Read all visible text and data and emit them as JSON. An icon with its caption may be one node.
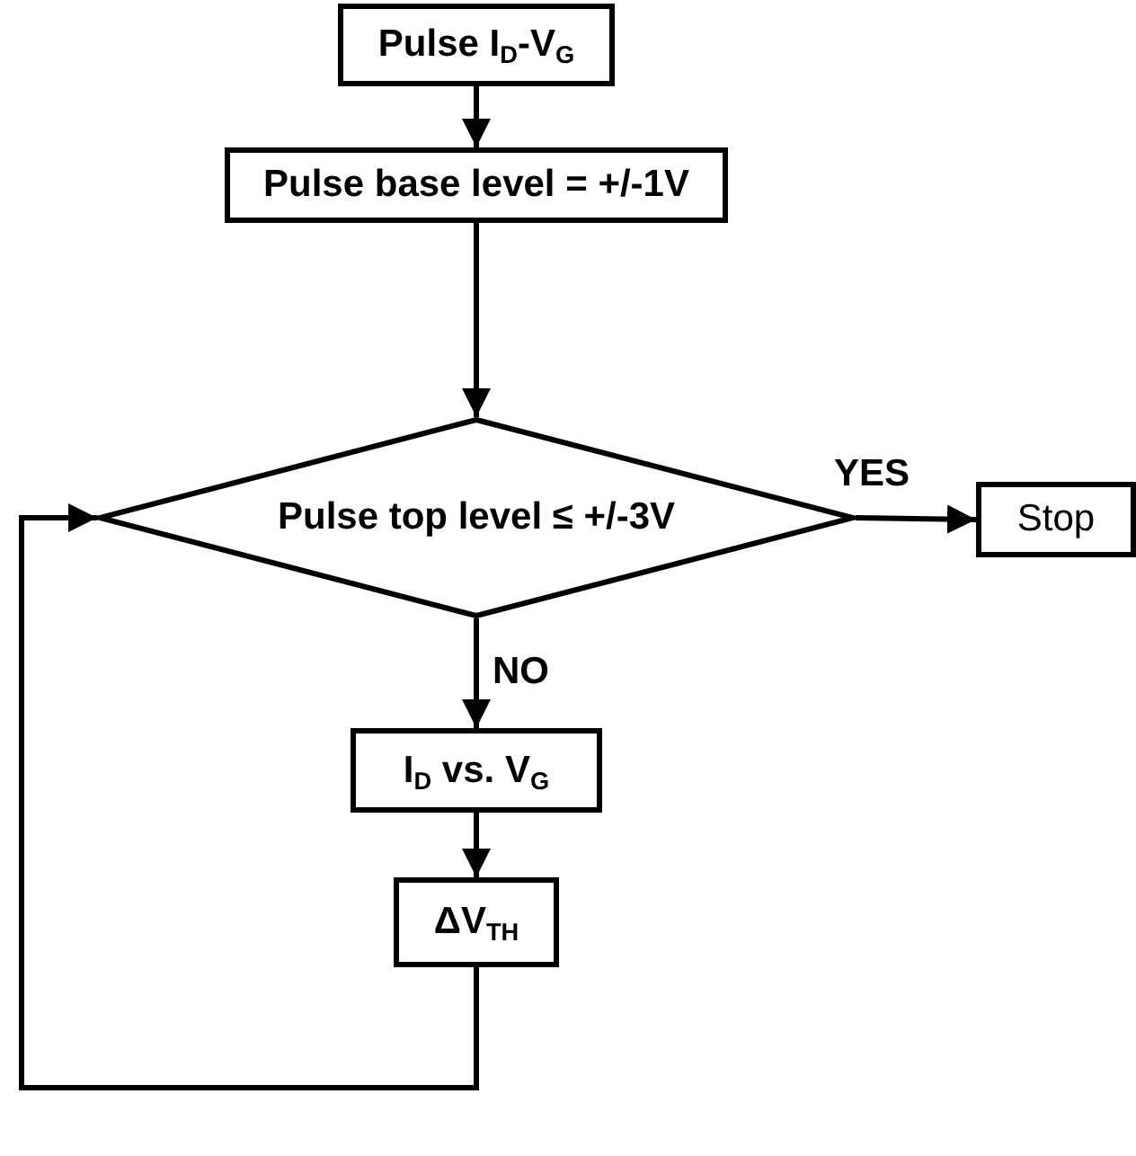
{
  "diagram": {
    "nodes": [
      {
        "text": [
          "Pulse I$_{D}$-V$_{G}$"
        ]
      },
      {
        "text": [
          "Pulse base level = +/-1V"
        ]
      },
      {
        "text": [
          "Pulse top level ≤ +/-3V"
        ]
      },
      {
        "text": [
          "Stop"
        ]
      },
      {
        "text": [
          "I$_{D}$ vs. V$_{G}$"
        ]
      },
      {
        "text": [
          "ΔV$_{TH}$"
        ]
      }
    ],
    "edges": [
      {
        "from": 0,
        "to": 1,
        "arrow": "to"
      },
      {
        "from": 1,
        "to": 2,
        "arrow": "to"
      },
      {
        "from": 2,
        "to": 3,
        "arrow": "to",
        "label": "YES"
      },
      {
        "from": 2,
        "to": 4,
        "arrow": "to",
        "label": "NO"
      },
      {
        "from": 4,
        "to": 5,
        "arrow": "to"
      },
      {
        "from": 5,
        "to": 2,
        "arrow": "to"
      }
    ]
  }
}
